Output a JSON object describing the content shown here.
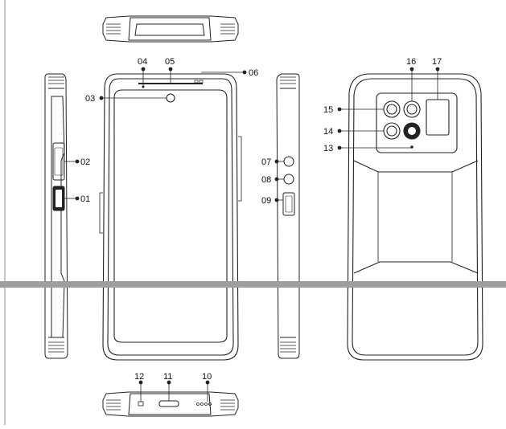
{
  "diagram": {
    "callouts": {
      "c01": "01",
      "c02": "02",
      "c03": "03",
      "c04": "04",
      "c05": "05",
      "c06": "06",
      "c07": "07",
      "c08": "08",
      "c09": "09",
      "c10": "10",
      "c11": "11",
      "c12": "12",
      "c13": "13",
      "c14": "14",
      "c15": "15",
      "c16": "16",
      "c17": "17"
    }
  }
}
